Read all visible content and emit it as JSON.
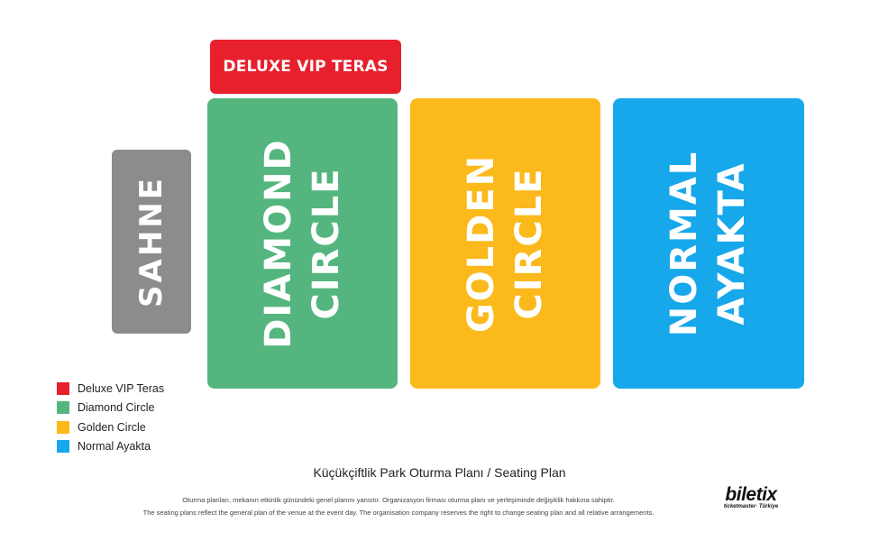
{
  "sections": {
    "vip": {
      "label": "DELUXE VIP TERAS",
      "color": "#e8202e"
    },
    "stage": {
      "label": "SAHNE",
      "color": "#8c8c8c"
    },
    "diamond": {
      "line1": "DIAMOND",
      "line2": "CIRCLE",
      "color": "#54b67e"
    },
    "golden": {
      "line1": "GOLDEN",
      "line2": "CIRCLE",
      "color": "#fbb91b"
    },
    "normal": {
      "line1": "NORMAL",
      "line2": "AYAKTA",
      "color": "#17a7eb"
    }
  },
  "legend": [
    {
      "label": "Deluxe VIP Teras",
      "color": "#e8202e"
    },
    {
      "label": "Diamond Circle",
      "color": "#54b67e"
    },
    {
      "label": "Golden Circle",
      "color": "#fbb91b"
    },
    {
      "label": "Normal Ayakta",
      "color": "#17a7eb"
    }
  ],
  "footer": {
    "title": "Küçükçiftlik Park Oturma Planı / Seating Plan",
    "disclaimer_tr": "Oturma planları, mekanın etkinlik günündeki genel planını yansıtır. Organizasyon firması oturma planı ve yerleşiminde değişiklik hakkına sahiptir.",
    "disclaimer_en": "The seating plans reflect the general plan of the venue at the event day. The organisation company reserves the right to change seating plan and all relative arrangements."
  },
  "brand": {
    "name": "biletix",
    "sub": "ticketmaster· Türkiye"
  }
}
